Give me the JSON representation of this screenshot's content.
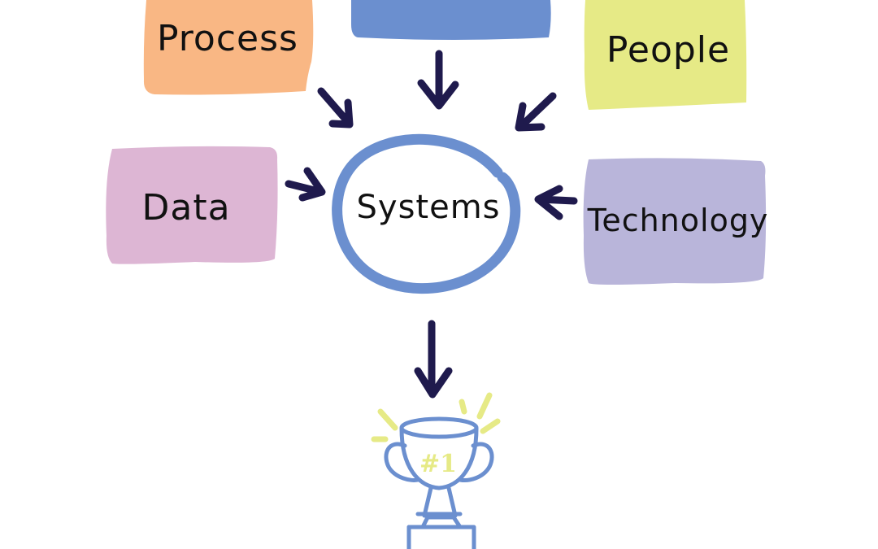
{
  "center": {
    "label": "Systems",
    "ring_color": "#6b8fcf"
  },
  "notes": {
    "process": {
      "label": "Process",
      "color": "#f9b784"
    },
    "top": {
      "label": "",
      "color": "#6b8fcf"
    },
    "people": {
      "label": "People",
      "color": "#e6ea86"
    },
    "data": {
      "label": "Data",
      "color": "#ddb6d4"
    },
    "technology": {
      "label": "Technology",
      "color": "#b9b5da"
    }
  },
  "arrow_color": "#1f1a4d",
  "trophy": {
    "badge": "#1",
    "outline_color": "#6b8fcf",
    "badge_color": "#e6ea86",
    "sparkle_color": "#e6ea86"
  }
}
